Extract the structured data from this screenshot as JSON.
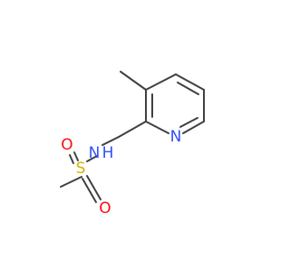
{
  "molecule": {
    "atoms": {
      "n_ring": {
        "symbol": "N",
        "color": "#3050f8"
      },
      "n_amide": {
        "symbol": "N",
        "color": "#3050f8"
      },
      "h_amide": {
        "symbol": "H",
        "color": "#3050f8"
      },
      "s": {
        "symbol": "S",
        "color": "#d4b400"
      },
      "o_top": {
        "symbol": "O",
        "color": "#ff0d0d"
      },
      "o_bottom": {
        "symbol": "O",
        "color": "#ff0d0d"
      }
    },
    "bond_color": "#404040"
  }
}
